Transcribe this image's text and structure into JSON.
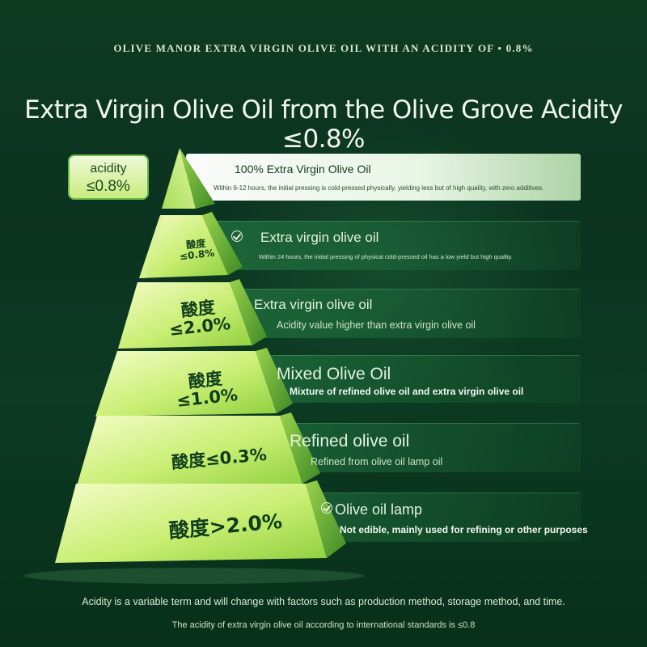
{
  "header": {
    "banner": "OLIVE MANOR EXTRA VIRGIN OLIVE OIL WITH AN ACIDITY OF • 0.8%",
    "headline": "Extra Virgin Olive Oil from the Olive Grove Acidity ≤0.8%"
  },
  "badge": {
    "line1": "acidity",
    "line2": "≤0.8%"
  },
  "tiers": [
    {
      "title": "100% Extra Virgin Olive Oil",
      "desc": "Within 6-12 hours, the initial pressing is cold-pressed physically, yielding less but of high quality, with zero additives."
    },
    {
      "acidity_label_1": "酸度",
      "acidity_label_2": "≤0.8%",
      "title": "Extra virgin olive oil",
      "desc": "Within 24 hours, the initial pressing of physical cold-pressed oil has a low yield but high quality."
    },
    {
      "acidity_label_1": "酸度",
      "acidity_label_2": "≤2.0%",
      "title": "Extra virgin olive oil",
      "desc": "Acidity value higher than extra virgin olive oil"
    },
    {
      "acidity_label_1": "酸度",
      "acidity_label_2": "≤1.0%",
      "title": "Mixed Olive Oil",
      "desc": "Mixture of refined olive oil and extra virgin olive oil"
    },
    {
      "acidity_label_1": "酸度≤0.3%",
      "title": "Refined olive oil",
      "desc": "Refined from olive oil lamp oil"
    },
    {
      "acidity_label_1": "酸度>2.0%",
      "title": "Olive oil lamp",
      "desc": "Not edible, mainly used for refining or other purposes"
    }
  ],
  "footer": {
    "note1": "Acidity is a variable term and will change with factors such as production method, storage method, and time.",
    "note2": "The acidity of extra virgin olive oil according to international standards is ≤0.8"
  },
  "colors": {
    "background": "#0b3320",
    "pyramid_light": "#e9f8a8",
    "pyramid_mid": "#b4e25a",
    "pyramid_dark": "#4f9a2e",
    "text_light": "#e4f2dc"
  }
}
